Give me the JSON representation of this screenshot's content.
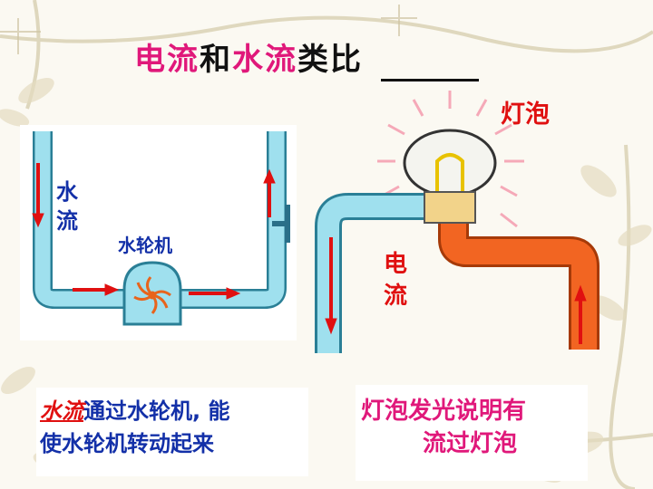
{
  "title": {
    "part1": "电流",
    "part2": "和",
    "part3": "水流",
    "part4": "类比"
  },
  "water_diagram": {
    "water_label": [
      "水",
      "流"
    ],
    "turbine_label": "水轮机"
  },
  "electric_diagram": {
    "bulb_label": "灯泡",
    "current_label": [
      "电",
      "流"
    ]
  },
  "bottom": {
    "left_underlined": "水流",
    "left_rest_line1": "通过水轮机, 能",
    "left_line2": "使水轮机转动起来",
    "right_line1": "灯泡发光说明有",
    "right_line2": "流过灯泡"
  },
  "colors": {
    "pink": "#e0187a",
    "blue_text": "#1330a8",
    "red": "#e01010",
    "pipe_fill": "#9fe0ee",
    "pipe_edge": "#2a7f96",
    "wire_fill": "#f26522",
    "wire_edge": "#a63a08"
  }
}
